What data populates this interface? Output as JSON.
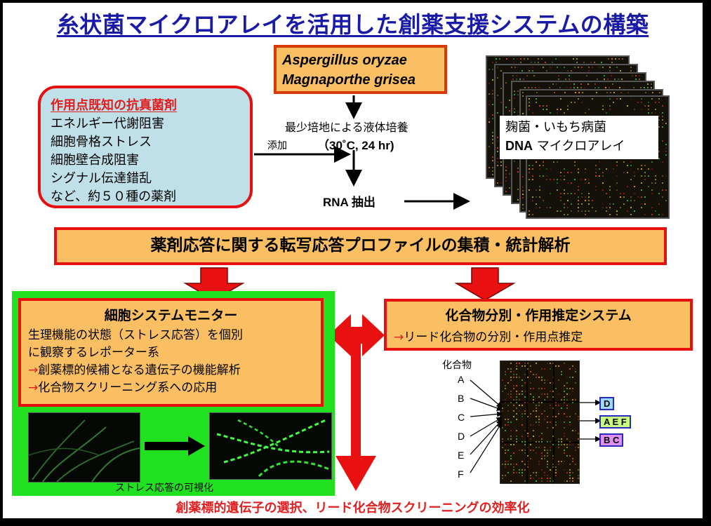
{
  "title": "糸状菌マイクロアレイを活用した創薬支援システムの構築",
  "organisms": [
    "Aspergillus oryzae",
    "Magnaporthe grisea"
  ],
  "antifungal": {
    "title": "作用点既知の抗真菌剤",
    "items": [
      "エネルギー代謝阻害",
      "細胞骨格ストレス",
      "細胞壁合成阻害",
      "シグナル伝達錯乱",
      "など、約５０種の薬剤"
    ]
  },
  "add_label": "添加",
  "culture": {
    "label": "最少培地による液体培養",
    "condition": "（30˚C, 24 hr)"
  },
  "rna_label": "RNA 抽出",
  "array_label": {
    "line1": "麹菌・いもち病菌",
    "line2_bold": "DNA",
    "line2_rest": " マイクロアレイ"
  },
  "banner": "薬剤応答に関する転写応答プロファイルの集積・統計解析",
  "monitor": {
    "title": "細胞システムモニター",
    "line1": "生理機能の状態（ストレス応答）を個別",
    "line2": "に観察するレポーター系",
    "arrow": "→",
    "line3": "創薬標的候補となる遺伝子の機能解析",
    "line4": "化合物スクリーニング系への応用"
  },
  "micro_caption": "ストレス応答の可視化",
  "compound": {
    "title": "化合物分別・作用推定システム",
    "arrow": "→",
    "sub": "リード化合物の分別・作用点推定"
  },
  "compounds_label": "化合物",
  "compound_letters": [
    "A",
    "B",
    "C",
    "D",
    "E",
    "F"
  ],
  "results": [
    "D",
    "A  E  F",
    "B  C"
  ],
  "bottom": "創薬標的遺伝子の選択、リード化合物スクリーニングの効率化",
  "colors": {
    "title": "#1a1aa8",
    "accent_red": "#e61010",
    "box_orange": "#f9bf62",
    "box_blue": "#bfe0e8",
    "green_panel": "#20e020",
    "result_d": "#9fd8ff",
    "result_aef": "#c8ff80",
    "result_bc": "#e090f0"
  }
}
